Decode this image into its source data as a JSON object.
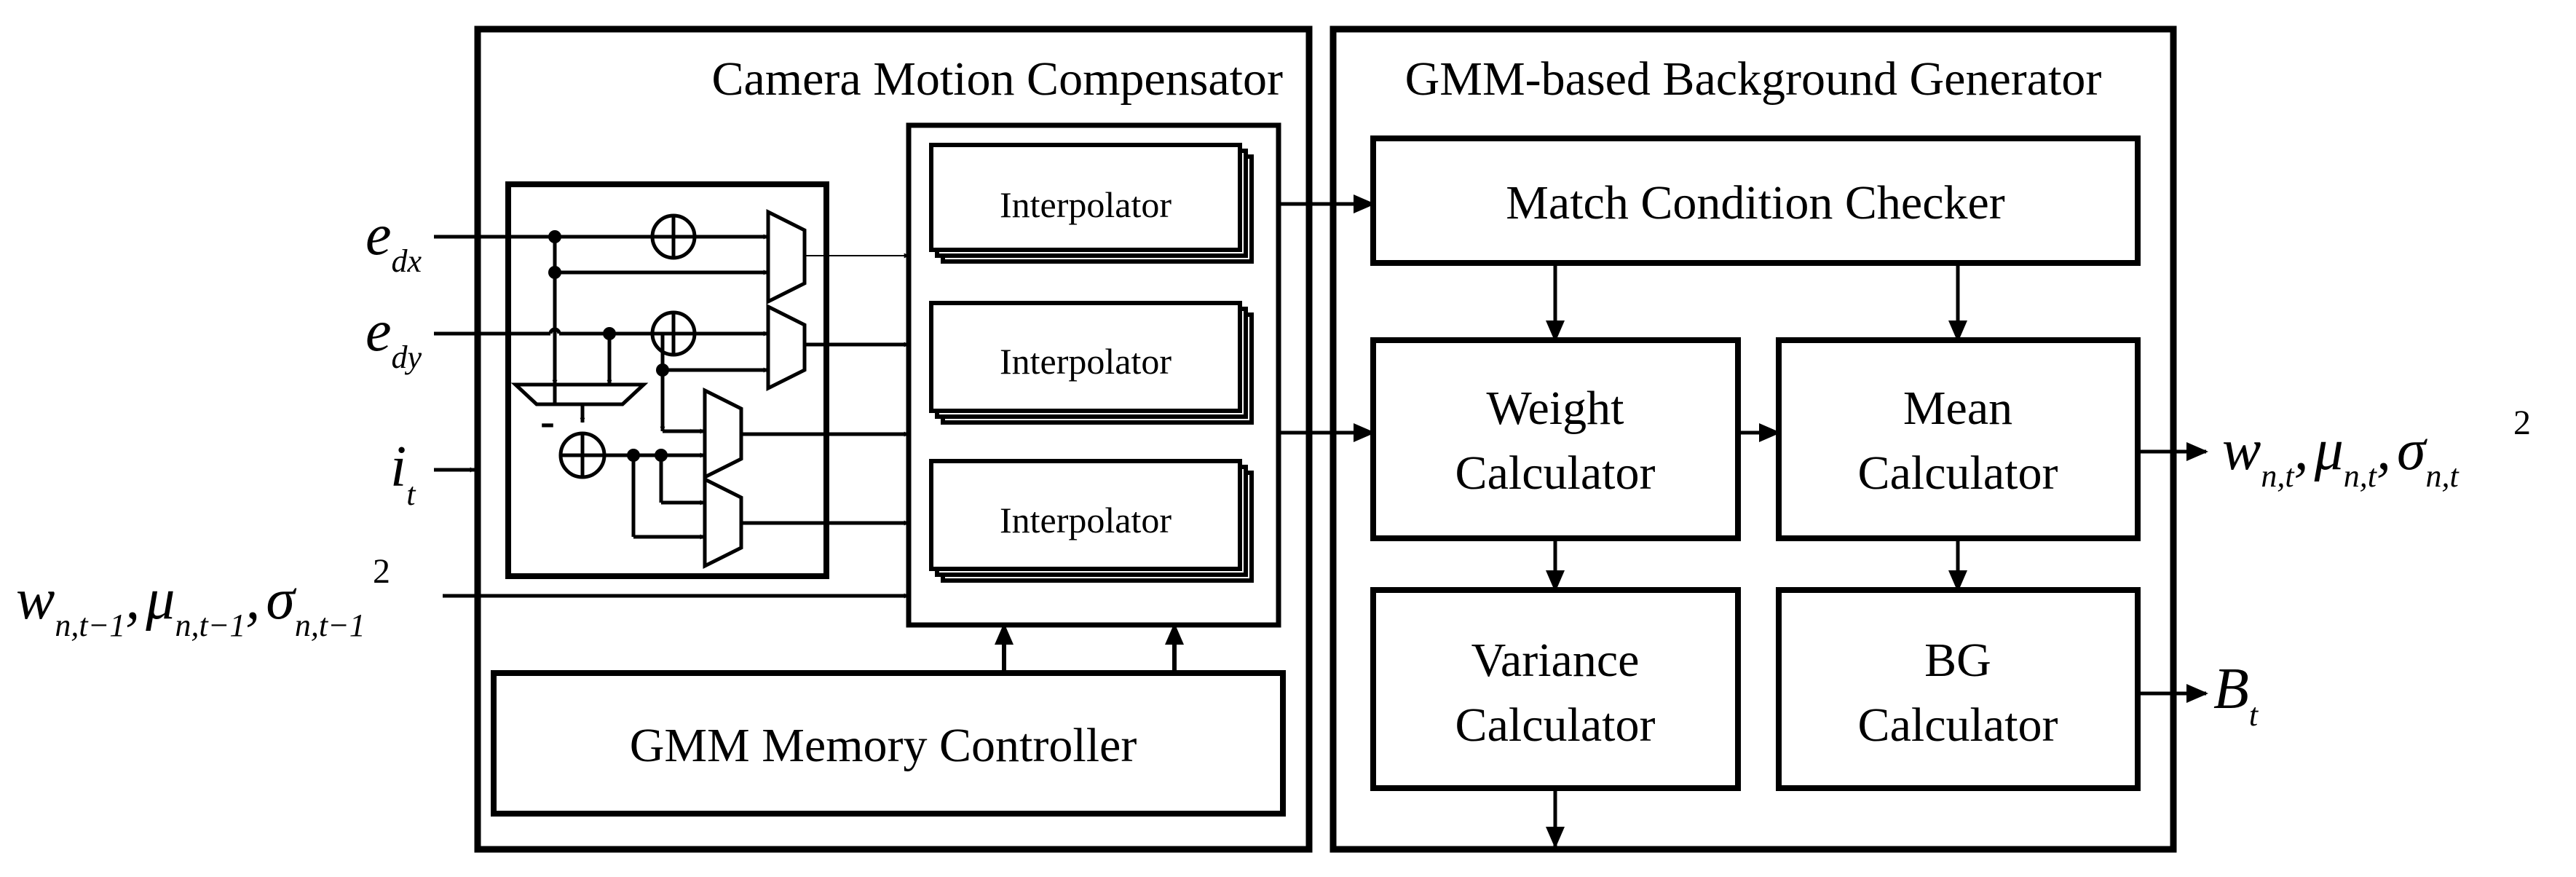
{
  "cmc": {
    "title": "Camera Motion Compensator",
    "interpolators": [
      "Interpolator",
      "Interpolator",
      "Interpolator"
    ],
    "gmm_memory_controller": "GMM Memory Controller"
  },
  "gbg": {
    "title": "GMM-based Background Generator",
    "match_checker": "Match Condition Checker",
    "weight_calc": [
      "Weight",
      "Calculator"
    ],
    "mean_calc": [
      "Mean",
      "Calculator"
    ],
    "variance_calc": [
      "Variance",
      "Calculator"
    ],
    "bg_calc": [
      "BG",
      "Calculator"
    ]
  },
  "inputs": {
    "edx": {
      "base": "e",
      "sub": "dx"
    },
    "edy": {
      "base": "e",
      "sub": "dy"
    },
    "it": {
      "base": "i",
      "sub": "t"
    },
    "prev": {
      "w": "w",
      "w_sub": "n,t−1",
      "mu": "μ",
      "mu_sub": "n,t−1",
      "sigma": "σ",
      "sigma_sub": "n,t−1",
      "sigma_sup": "2",
      "comma": ","
    }
  },
  "outputs": {
    "params": {
      "w": "w",
      "w_sub": "n,t",
      "mu": "μ",
      "mu_sub": "n,t",
      "sigma": "σ",
      "sigma_sub": "n,t",
      "sigma_sup": "2",
      "comma": ","
    },
    "bt": {
      "base": "B",
      "sub": "t"
    }
  },
  "minus_sign": "-"
}
